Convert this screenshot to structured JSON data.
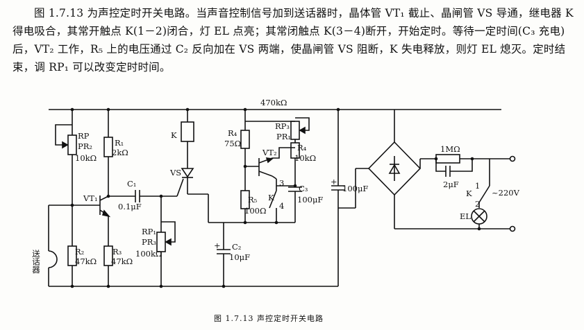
{
  "description": "图 1.7.13 为声控定时开关电路。当声音控制信号加到送话器时，晶体管 VT₁ 截止、晶闸管 VS 导通，继电器 K 得电吸合，其常开触点 K(1－2)闭合，灯 EL 点亮；其常闭触点 K(3－4)断开，开始定时。等待一定时间(C₃ 充电)后，VT₂ 工作，R₅ 上的电压通过 C₂ 反向加在 VS 两端，使晶闸管 VS 阻断，K 失电释放，则灯 EL 熄灭。定时结束，调 RP₁ 可以改变定时时间。",
  "caption": "图 1.7.13   声控定时开关电路",
  "components": {
    "rp2": {
      "name": "RP",
      "sub": "PR₂",
      "value": "10kΩ"
    },
    "r1": {
      "name": "R₁",
      "value": "2kΩ"
    },
    "relay": {
      "name": "K"
    },
    "vs": {
      "name": "VS"
    },
    "r4_top": {
      "name": "R₄",
      "value": "75Ω"
    },
    "rp3": {
      "name": "RP₃",
      "sub": "PR₁"
    },
    "r4": {
      "name": "R₄",
      "value": "10kΩ"
    },
    "r_top": {
      "value": "470kΩ"
    },
    "vt2": {
      "name": "VT₂"
    },
    "vt1": {
      "name": "VT₁"
    },
    "c1": {
      "name": "C₁",
      "value": "0.1μF"
    },
    "c3": {
      "name": "C₃",
      "value": "100μF"
    },
    "c4": {
      "value": "100μF"
    },
    "r5": {
      "name": "R₅",
      "value": "100Ω"
    },
    "k_contact": {
      "name": "K",
      "pin3": "3",
      "pin4": "4"
    },
    "rp1": {
      "name": "RP₁",
      "sub": "PR₃",
      "value": "100kΩ"
    },
    "c2": {
      "name": "C₂",
      "value": "10μF"
    },
    "r2": {
      "name": "R₂",
      "value": "47kΩ"
    },
    "r3": {
      "name": "R₃",
      "value": "47kΩ"
    },
    "mic": {
      "name": "送话器"
    },
    "r_1m": {
      "value": "1MΩ"
    },
    "c_2u": {
      "value": "2μF"
    },
    "k_switch": {
      "name": "K",
      "pin1": "1",
      "pin2": "2"
    },
    "ac": {
      "value": "~220V"
    },
    "lamp": {
      "name": "EL"
    }
  }
}
